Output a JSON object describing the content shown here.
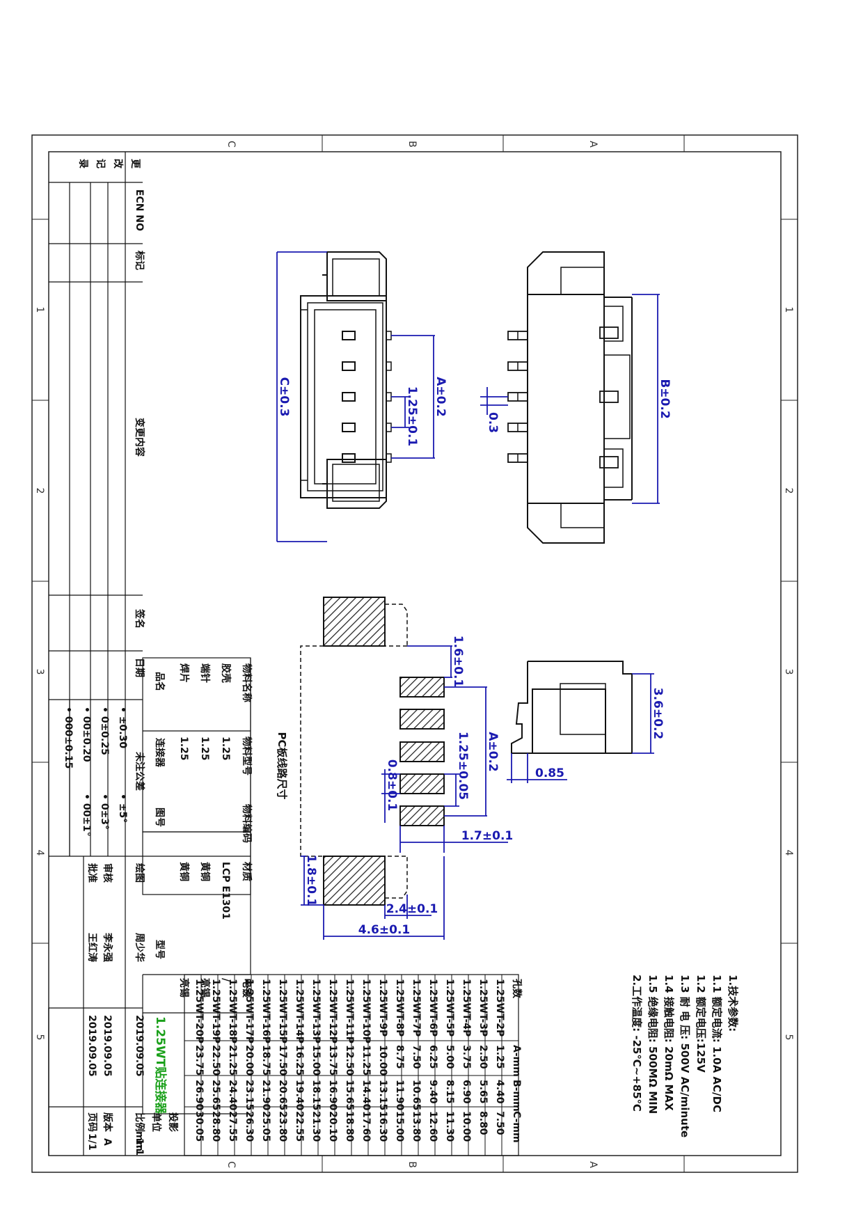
{
  "zones": {
    "letters": [
      "C",
      "B",
      "A"
    ],
    "numbers": [
      "1",
      "2",
      "3",
      "4",
      "5"
    ]
  },
  "dims": {
    "c": "C±0.3",
    "a": "A±0.2",
    "pitch": "1.25±0.1",
    "pin_w": "0.3",
    "b": "B±0.2",
    "pad_h": "1.6±0.1",
    "pad_a": "A±0.2",
    "pad_pitch": "1.25±0.05",
    "pad_w": "0.8±0.1",
    "pad_l": "1.7±0.1",
    "tab_h": "1.8±0.1",
    "tab_w": "2.4±0.1",
    "total_w": "4.6±0.1",
    "side_h": "3.6±0.2",
    "side_w": "0.85"
  },
  "pcb_title": "PC板线路尺寸",
  "tech": {
    "title": "1.技术参数:",
    "lines": [
      "1.1 额定电流: 1.0A AC/DC",
      "1.2 额定电压:125V",
      "1.3 耐 电 压: 500V AC/minute",
      "1.4 接触电阻: 20mΩ MAX",
      "1.5 绝缘电阻: 500MΩ MIN",
      "2.工作温度: -25℃~+85℃"
    ]
  },
  "spec_table": {
    "headers": [
      "孔数",
      "A-mm",
      "B-mm",
      "C-mm"
    ],
    "rows": [
      [
        "1.25WT-2P",
        "1.25",
        "4.40",
        "7.50"
      ],
      [
        "1.25WT-3P",
        "2.50",
        "5.65",
        "8.80"
      ],
      [
        "1.25WT-4P",
        "3.75",
        "6.90",
        "10.00"
      ],
      [
        "1.25WT-5P",
        "5.00",
        "8.15",
        "11.30"
      ],
      [
        "1.25WT-6P",
        "6.25",
        "9.40",
        "12.60"
      ],
      [
        "1.25WT-7P",
        "7.50",
        "10.65",
        "13.80"
      ],
      [
        "1.25WT-8P",
        "8.75",
        "11.90",
        "15.00"
      ],
      [
        "1.25WT-9P",
        "10.00",
        "13.15",
        "16.30"
      ],
      [
        "1.25WT-10P",
        "11.25",
        "14.40",
        "17.60"
      ],
      [
        "1.25WT-11P",
        "12.50",
        "15.65",
        "18.80"
      ],
      [
        "1.25WT-12P",
        "13.75",
        "16.90",
        "20.10"
      ],
      [
        "1.25WT-13P",
        "15.00",
        "18.15",
        "21.30"
      ],
      [
        "1.25WT-14P",
        "16.25",
        "19.40",
        "22.55"
      ],
      [
        "1.25WT-15P",
        "17.50",
        "20.65",
        "23.80"
      ],
      [
        "1.25WT-16P",
        "18.75",
        "21.90",
        "25.05"
      ],
      [
        "1.25WT-17P",
        "20.00",
        "23.15",
        "26.30"
      ],
      [
        "1.25WT-18P",
        "21.25",
        "24.40",
        "27.55"
      ],
      [
        "1.25WT-19P",
        "22.50",
        "25.65",
        "28.80"
      ],
      [
        "1.25WT-20P",
        "23.75",
        "26.90",
        "30.05"
      ]
    ]
  },
  "material": {
    "headers": [
      "物料名称",
      "物料型号",
      "物料编码",
      "材质",
      "电镀"
    ],
    "rows": [
      [
        "胶壳",
        "1.25",
        "",
        "LCP E1301",
        "/"
      ],
      [
        "端针",
        "1.25",
        "",
        "黄铜",
        "亮锡"
      ],
      [
        "焊片",
        "1.25",
        "",
        "黄铜",
        "亮锡"
      ]
    ],
    "name_label": "品名",
    "name_value": "连接器",
    "drawing_no_label": "图号",
    "model_label": "型号",
    "model_value": "1.25WT贴连接器"
  },
  "revision": {
    "side_labels": [
      "更",
      "改",
      "记",
      "录"
    ],
    "ecn": "ECN NO",
    "mark": "标记",
    "content": "变更内容",
    "sign": "签名",
    "date": "日期"
  },
  "tolerance": {
    "title": "未注公差",
    "items": [
      "• ±0.30",
      "• 0±0.25",
      "• 00±0.20",
      "• 000±0.15",
      "• ±5°",
      "• 0±3°",
      "• 00±1°"
    ]
  },
  "signoff": {
    "roles": [
      "绘图",
      "审核",
      "批准"
    ],
    "names": [
      "周少华",
      "李永强",
      "王红涛"
    ],
    "dates": [
      "2019.09.05",
      "2019.09.05",
      "2019.09.05"
    ],
    "proj_label": "投影",
    "unit_label": "单位",
    "unit_value": "mm",
    "scale_label": "比例",
    "scale_value": "1:1",
    "version_label": "版本",
    "version_value": "A",
    "page_label": "页码",
    "page_value": "1/1"
  },
  "colors": {
    "dim": "#1a1ab0",
    "line": "#111111",
    "green": "#1aa01a"
  }
}
